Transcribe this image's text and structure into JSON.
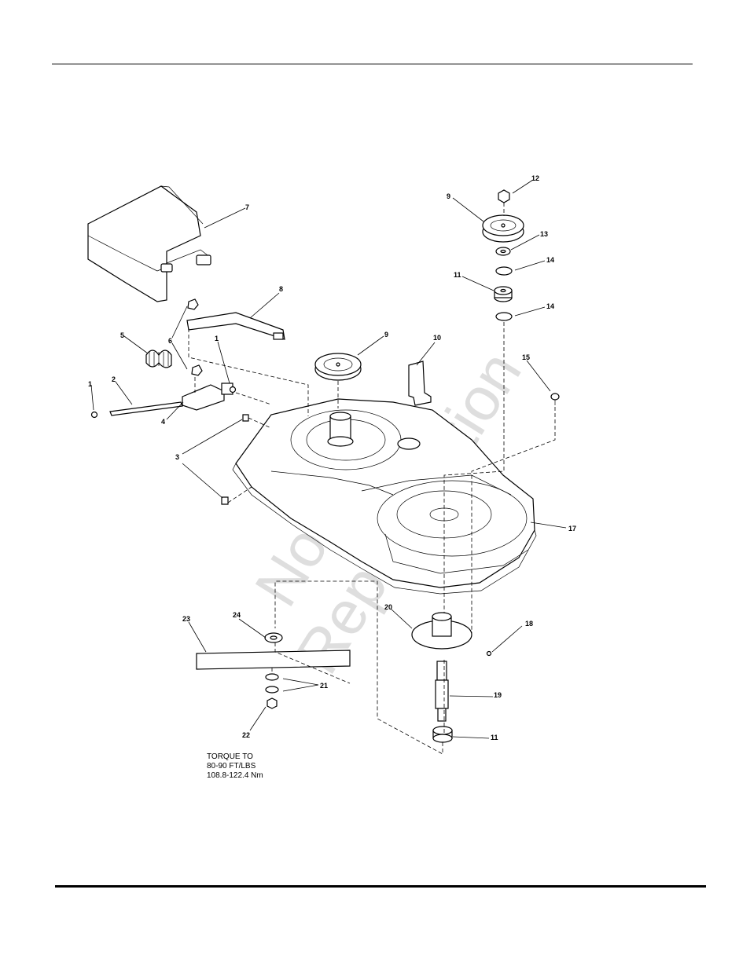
{
  "callouts": [
    {
      "id": "c1a",
      "label": "1"
    },
    {
      "id": "c1b",
      "label": "1"
    },
    {
      "id": "c2",
      "label": "2"
    },
    {
      "id": "c3",
      "label": "3"
    },
    {
      "id": "c4",
      "label": "4"
    },
    {
      "id": "c5",
      "label": "5"
    },
    {
      "id": "c6",
      "label": "6"
    },
    {
      "id": "c7",
      "label": "7"
    },
    {
      "id": "c8",
      "label": "8"
    },
    {
      "id": "c9a",
      "label": "9"
    },
    {
      "id": "c9b",
      "label": "9"
    },
    {
      "id": "c10",
      "label": "10"
    },
    {
      "id": "c11a",
      "label": "11"
    },
    {
      "id": "c11b",
      "label": "11"
    },
    {
      "id": "c12",
      "label": "12"
    },
    {
      "id": "c13",
      "label": "13"
    },
    {
      "id": "c14a",
      "label": "14"
    },
    {
      "id": "c14b",
      "label": "14"
    },
    {
      "id": "c15",
      "label": "15"
    },
    {
      "id": "c17",
      "label": "17"
    },
    {
      "id": "c18",
      "label": "18"
    },
    {
      "id": "c19",
      "label": "19"
    },
    {
      "id": "c20",
      "label": "20"
    },
    {
      "id": "c21",
      "label": "21"
    },
    {
      "id": "c22",
      "label": "22"
    },
    {
      "id": "c23",
      "label": "23"
    },
    {
      "id": "c24",
      "label": "24"
    }
  ],
  "torque_note": {
    "line1": "TORQUE TO",
    "line2": "80-90 FT/LBS",
    "line3": "108.8-122.4 Nm"
  },
  "watermark": {
    "line1": "Not for",
    "line2": "Reproduction"
  }
}
